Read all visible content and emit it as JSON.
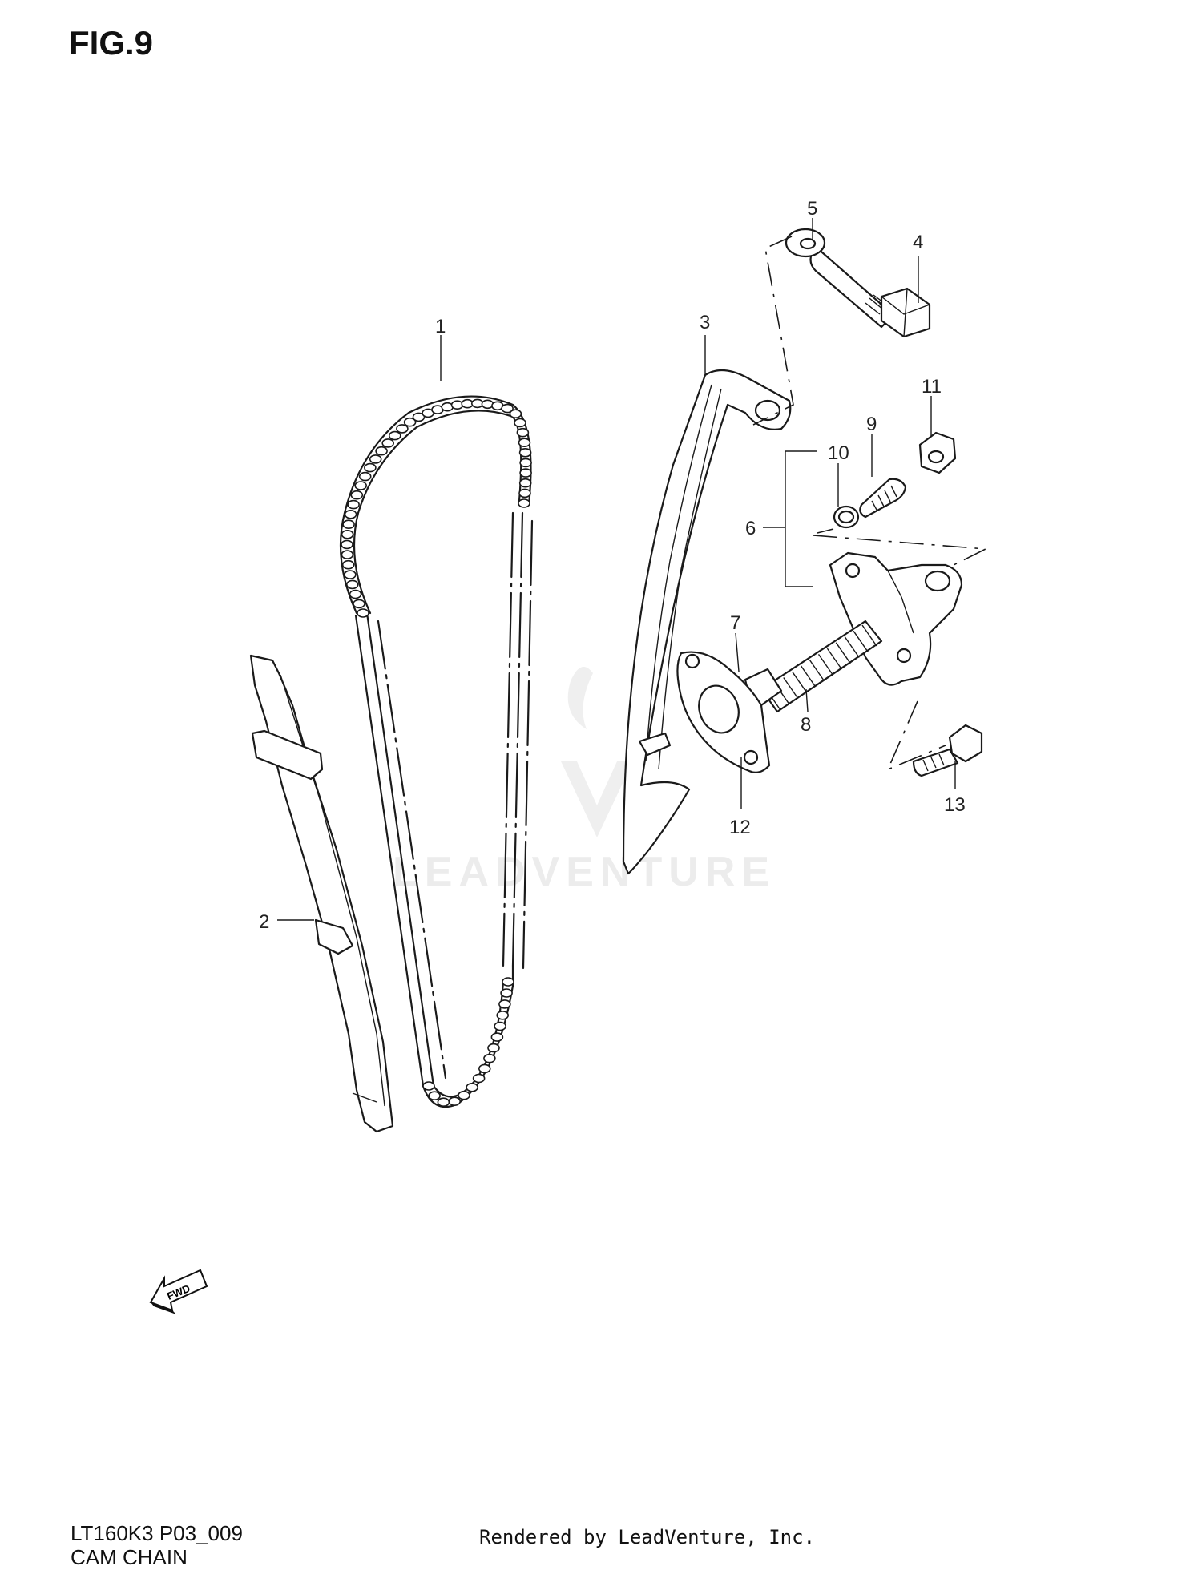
{
  "figure": {
    "title": "FIG.9",
    "model_code": "LT160K3 P03_009",
    "diagram_name": "CAM CHAIN",
    "render_credit": "Rendered by LeadVenture, Inc.",
    "watermark": "LEADVENTURE",
    "fwd_arrow_label": "FWD"
  },
  "callouts": [
    {
      "id": "1",
      "part": "cam-chain"
    },
    {
      "id": "2",
      "part": "cam-chain-guide"
    },
    {
      "id": "3",
      "part": "cam-chain-tensioner"
    },
    {
      "id": "4",
      "part": "tensioner-bolt"
    },
    {
      "id": "5",
      "part": "washer"
    },
    {
      "id": "6",
      "part": "tensioner-adjuster-assembly"
    },
    {
      "id": "7",
      "part": "push-rod"
    },
    {
      "id": "8",
      "part": "spring"
    },
    {
      "id": "9",
      "part": "adjuster-screw"
    },
    {
      "id": "10",
      "part": "o-ring"
    },
    {
      "id": "11",
      "part": "lock-nut"
    },
    {
      "id": "12",
      "part": "gasket"
    },
    {
      "id": "13",
      "part": "adjuster-bolt"
    }
  ]
}
